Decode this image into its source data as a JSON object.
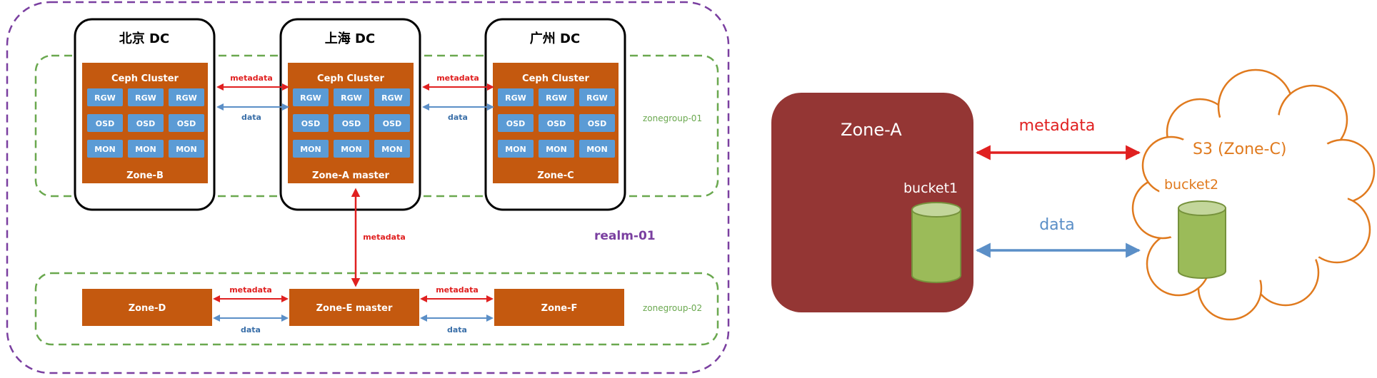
{
  "colors": {
    "orange": "#c4590f",
    "service_blue": "#5b9bd5",
    "metadata_red": "#e02020",
    "data_blue": "#5b8fc7",
    "zonegroup_green": "#6aa84f",
    "realm_purple": "#7a3fa0",
    "zone_a_maroon": "#943634",
    "bucket_green": "#9bbb59",
    "s3_orange": "#e07a1e"
  },
  "left": {
    "realm_label": "realm-01",
    "zonegroup1_label": "zonegroup-01",
    "zonegroup2_label": "zonegroup-02",
    "dcs": [
      {
        "title": "北京 DC",
        "cluster_title": "Ceph Cluster",
        "zone": "Zone-B"
      },
      {
        "title": "上海 DC",
        "cluster_title": "Ceph Cluster",
        "zone": "Zone-A master"
      },
      {
        "title": "广州 DC",
        "cluster_title": "Ceph Cluster",
        "zone": "Zone-C"
      }
    ],
    "services": [
      "RGW",
      "OSD",
      "MON"
    ],
    "links": {
      "metadata": "metadata",
      "data": "data"
    },
    "vertical_link": "metadata",
    "zonegroup2_zones": [
      "Zone-D",
      "Zone-E master",
      "Zone-F"
    ]
  },
  "right": {
    "zone_a": "Zone-A",
    "bucket1": "bucket1",
    "metadata": "metadata",
    "data": "data",
    "s3": "S3 (Zone-C)",
    "bucket2": "bucket2"
  }
}
